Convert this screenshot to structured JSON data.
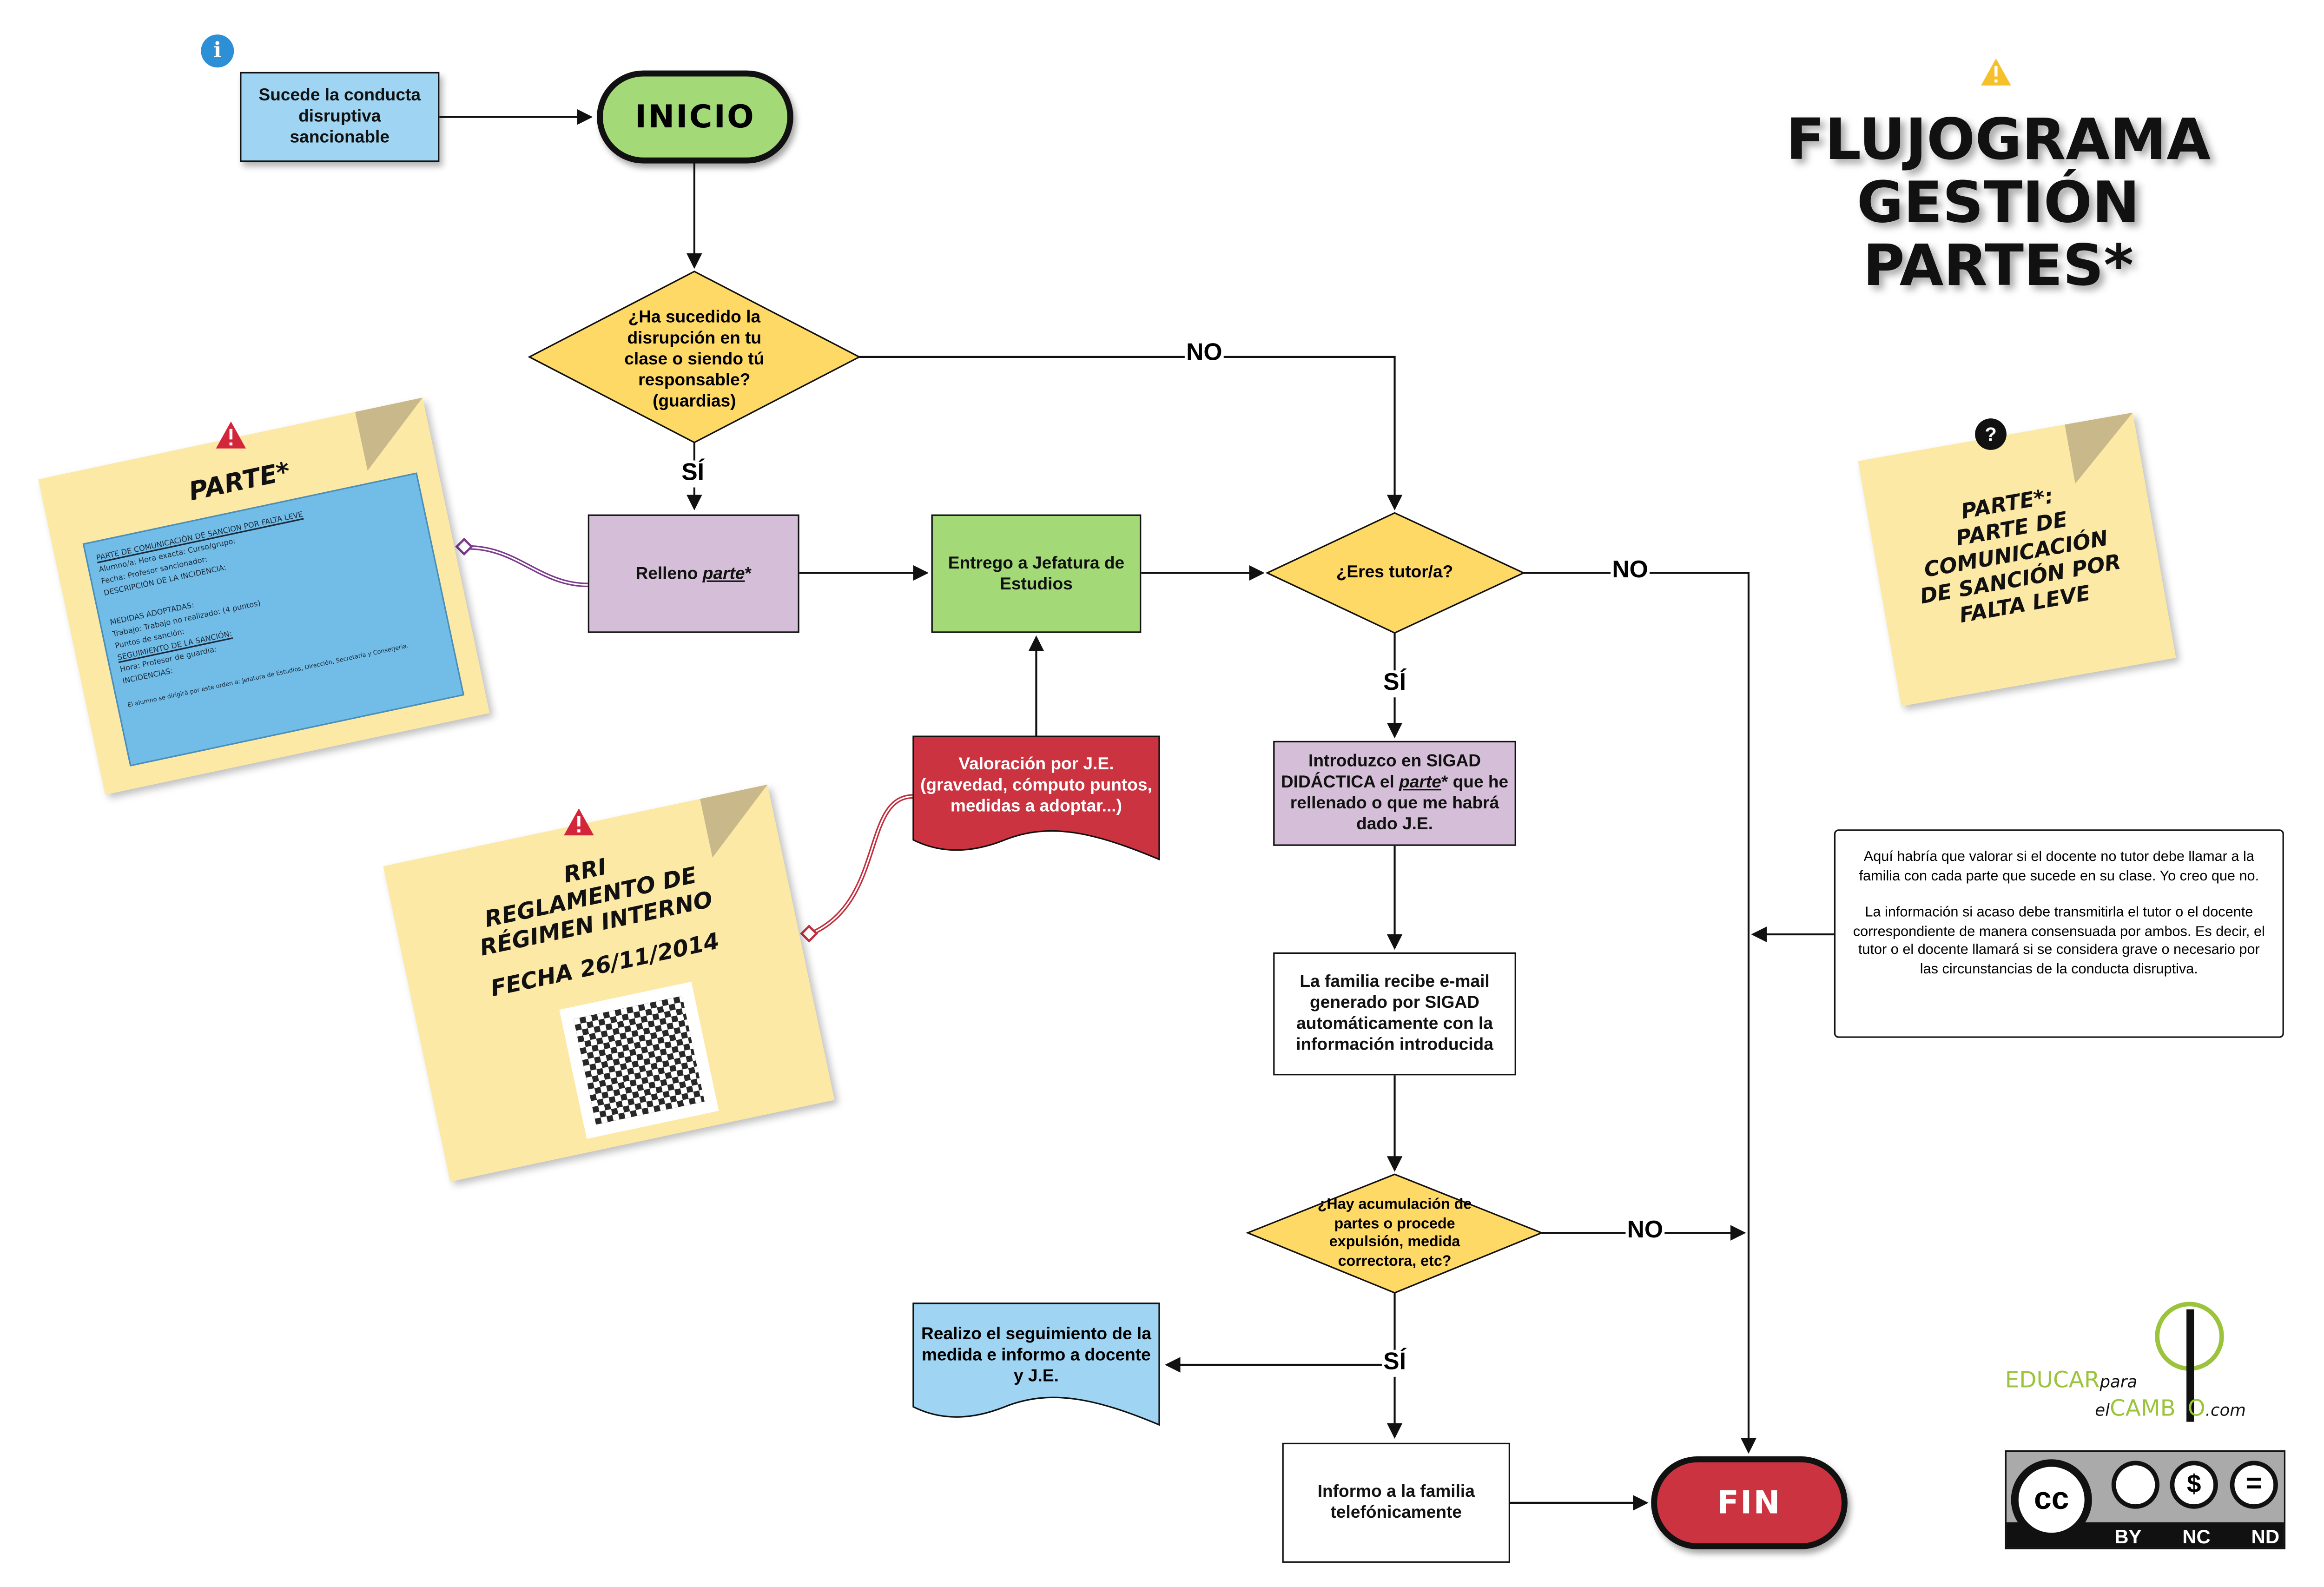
{
  "title": {
    "lines": [
      "FLUJOGRAMA",
      "GESTIÓN",
      "PARTES*"
    ]
  },
  "colors": {
    "blue": "#9fd4f3",
    "green": "#a3d977",
    "yellow": "#ffd966",
    "purple": "#d5bfd8",
    "red": "#cc3340",
    "sticky": "#fde9a6"
  },
  "icons": {
    "info": "info-icon",
    "warning": "warning-icon",
    "question": "question-icon"
  },
  "nodes": {
    "start_event": "Sucede la conducta disruptiva sancionable",
    "inicio": "INICIO",
    "q1": "¿Ha sucedido la disrupción en tu clase o siendo tú responsable? (guardias)",
    "relleno_prefix": "Relleno ",
    "relleno_link": "parte",
    "relleno_suffix": "*",
    "entrego": "Entrego a Jefatura de Estudios",
    "valoracion": "Valoración por J.E. (gravedad, cómputo puntos, medidas a adoptar...)",
    "q2": "¿Eres tutor/a?",
    "introduzco_a": "Introduzco en SIGAD DIDÁCTICA el ",
    "introduzco_link": "parte",
    "introduzco_b": "* que he rellenado o que me habrá dado J.E.",
    "familia_email": "La familia recibe e-mail generado por SIGAD automáticamente con la información introducida",
    "q3": "¿Hay acumulación de partes o procede expulsión, medida correctora, etc?",
    "realizo": "Realizo el seguimiento de la medida e informo a docente y J.E.",
    "informo": "Informo a la familia telefónicamente",
    "fin": "FIN"
  },
  "edge_labels": {
    "no1": "NO",
    "si1": "SÍ",
    "no2": "NO",
    "si2": "SÍ",
    "no3": "NO",
    "si3": "SÍ"
  },
  "comment": {
    "p1": "Aquí habría que valorar si el docente no tutor debe llamar a la familia con cada parte que sucede en su clase. Yo creo que no.",
    "p2": "La información si acaso debe transmitirla el tutor o el docente correspondiente de manera consensuada por ambos. Es decir, el tutor o el docente llamará si se considera grave o necesario por las circunstancias de la conducta disruptiva."
  },
  "sticky_parte": {
    "title": "PARTE*",
    "form": {
      "heading": "PARTE DE COMUNICACIÓN DE SANCION POR FALTA LEVE",
      "lines": [
        "Alumno/a:      Hora exacta:      Curso/grupo:",
        "Fecha:      Profesor sancionador:",
        "DESCRIPCIÓN DE LA INCIDENCIA:",
        "",
        "MEDIDAS ADOPTADAS:",
        "Trabajo:      Trabajo no realizado: (4 puntos)",
        "Puntos de sanción:",
        "SEGUIMIENTO DE LA SANCIÓN:",
        "Hora:      Profesor de guardia:",
        "INCIDENCIAS:",
        "",
        "El alumno se dirigirá por este orden a: Jefatura de Estudios, Dirección, Secretaría y Conserjería."
      ]
    }
  },
  "sticky_rri": {
    "lines": [
      "RRI",
      "REGLAMENTO DE",
      "RÉGIMEN INTERNO",
      "",
      "FECHA 26/11/2014"
    ]
  },
  "sticky_def": {
    "lines": [
      "PARTE*:",
      "PARTE DE",
      "COMUNICACIÓN",
      "DE SANCIÓN POR",
      "FALTA LEVE"
    ]
  },
  "logo": {
    "text_a": "EDUCAR",
    "text_b": "para",
    "text_c": "elCAMBIO",
    "text_d": ".com"
  },
  "license": {
    "cc": "cc",
    "by": "BY",
    "nc": "NC",
    "nd": "ND"
  }
}
